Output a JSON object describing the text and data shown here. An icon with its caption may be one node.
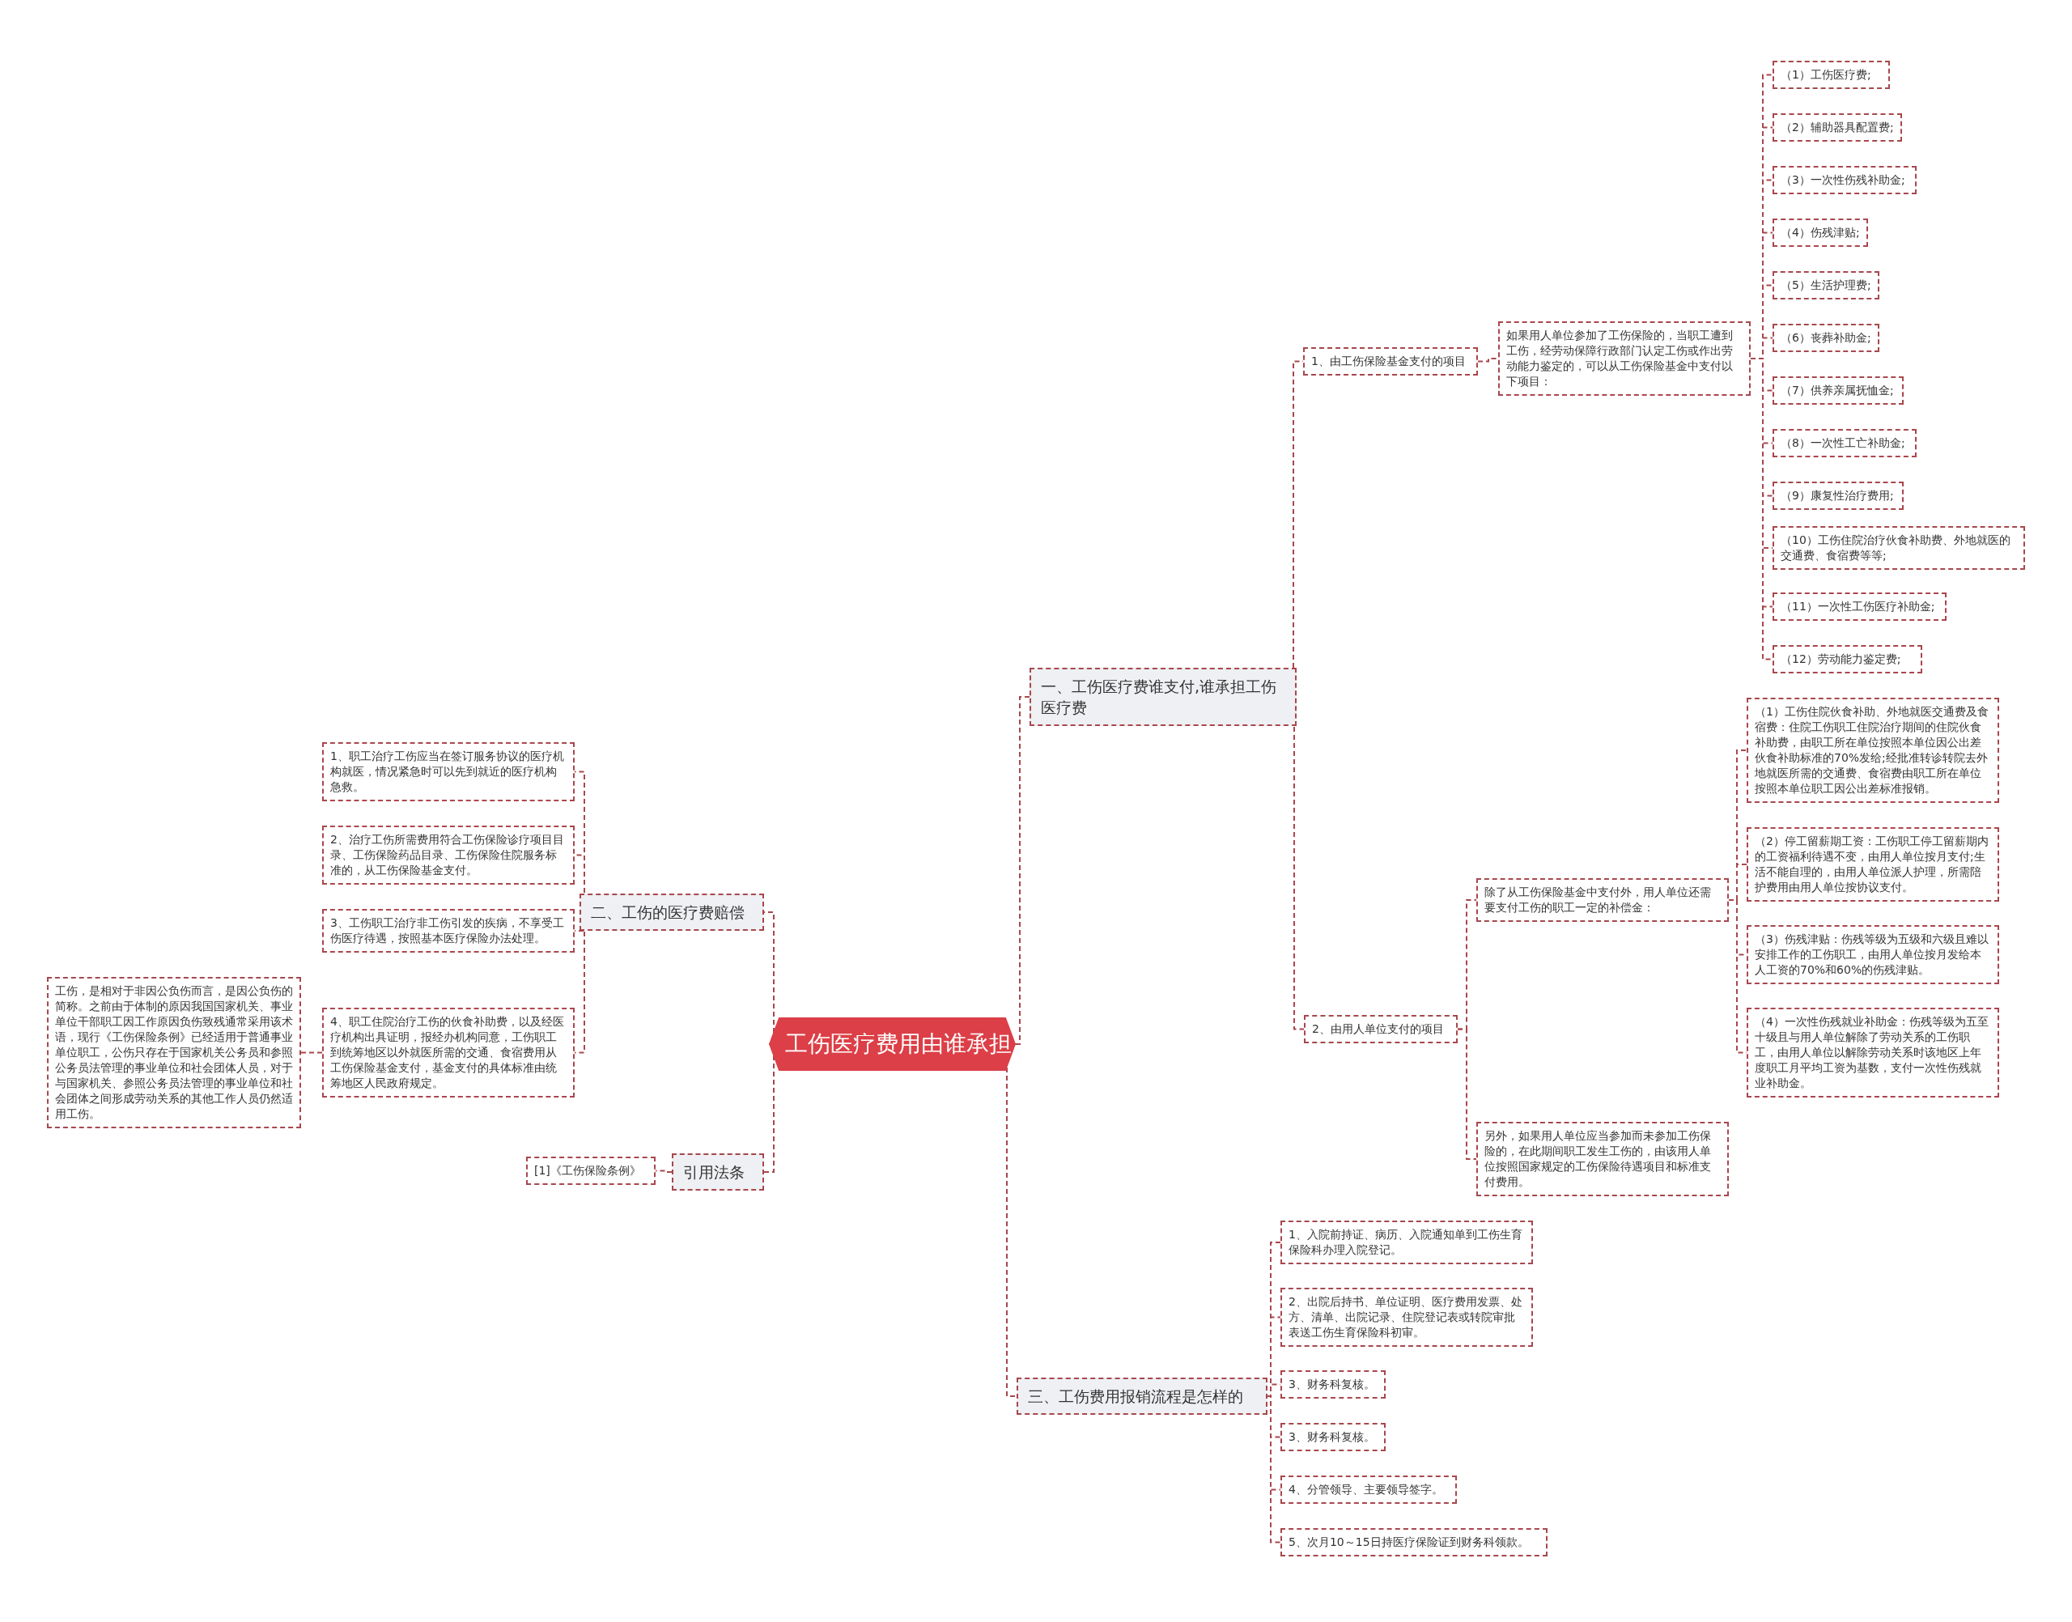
{
  "diagram": {
    "nodes": [
      {
        "text": [
          "工伤医疗费用由谁承担"
        ]
      },
      {
        "text": [
          "一、工伤医疗费谁支付,谁承担工伤医疗费"
        ]
      },
      {
        "text": [
          "1、由工伤保险基金支付的项目"
        ]
      },
      {
        "text": [
          "如果用人单位参加了工伤保险的，当职工遭到工伤，经劳动保障行政部门认定工伤或作出劳动能力鉴定的，可以从工伤保险基金中支付以下项目："
        ]
      },
      {
        "text": [
          "（1）工伤医疗费;"
        ]
      },
      {
        "text": [
          "（2）辅助器具配置费;"
        ]
      },
      {
        "text": [
          "（3）一次性伤残补助金;"
        ]
      },
      {
        "text": [
          "（4）伤残津贴;"
        ]
      },
      {
        "text": [
          "（5）生活护理费;"
        ]
      },
      {
        "text": [
          "（6）丧葬补助金;"
        ]
      },
      {
        "text": [
          "（7）供养亲属抚恤金;"
        ]
      },
      {
        "text": [
          "（8）一次性工亡补助金;"
        ]
      },
      {
        "text": [
          "（9）康复性治疗费用;"
        ]
      },
      {
        "text": [
          "（10）工伤住院治疗伙食补助费、外地就医的交通费、食宿费等等;"
        ]
      },
      {
        "text": [
          "（11）一次性工伤医疗补助金;"
        ]
      },
      {
        "text": [
          "（12）劳动能力鉴定费;"
        ]
      },
      {
        "text": [
          "2、由用人单位支付的项目"
        ]
      },
      {
        "text": [
          "除了从工伤保险基金中支付外，用人单位还需要支付工伤的职工一定的补偿金："
        ]
      },
      {
        "text": [
          "（1）工伤住院伙食补助、外地就医交通费及食宿费：住院工伤职工住院治疗期间的住院伙食补助费，由职工所在单位按照本单位因公出差伙食补助标准的70%发给;经批准转诊转院去外地就医所需的交通费、食宿费由职工所在单位按照本单位职工因公出差标准报销。"
        ]
      },
      {
        "text": [
          "（2）停工留薪期工资：工伤职工停工留薪期内的工资福利待遇不变，由用人单位按月支付;生活不能自理的，由用人单位派人护理，所需陪护费用由用人单位按协议支付。"
        ]
      },
      {
        "text": [
          "（3）伤残津贴：伤残等级为五级和六级且难以安排工作的工伤职工，由用人单位按月发给本人工资的70%和60%的伤残津贴。"
        ]
      },
      {
        "text": [
          "（4）一次性伤残就业补助金：伤残等级为五至十级且与用人单位解除了劳动关系的工伤职工，由用人单位以解除劳动关系时该地区上年度职工月平均工资为基数，支付一次性伤残就业补助金。"
        ]
      },
      {
        "text": [
          "另外，如果用人单位应当参加而未参加工伤保险的，在此期间职工发生工伤的，由该用人单位按照国家规定的工伤保险待遇项目和标准支付费用。"
        ]
      },
      {
        "text": [
          "三、工伤费用报销流程是怎样的"
        ]
      },
      {
        "text": [
          "1、入院前持证、病历、入院通知单到工伤生育保险科办理入院登记。"
        ]
      },
      {
        "text": [
          "2、出院后持书、单位证明、医疗费用发票、处方、清单、出院记录、住院登记表或转院审批表送工伤生育保险科初审。"
        ]
      },
      {
        "text": [
          "3、财务科复核。"
        ]
      },
      {
        "text": [
          "3、财务科复核。"
        ]
      },
      {
        "text": [
          "4、分管领导、主要领导签字。"
        ]
      },
      {
        "text": [
          "5、次月10～15日持医疗保险证到财务科领款。"
        ]
      },
      {
        "text": [
          "二、工伤的医疗费赔偿"
        ]
      },
      {
        "text": [
          "1、职工治疗工伤应当在签订服务协议的医疗机构就医，情况紧急时可以先到就近的医疗机构急救。"
        ]
      },
      {
        "text": [
          "2、治疗工伤所需费用符合工伤保险诊疗项目目录、工伤保险药品目录、工伤保险住院服务标准的，从工伤保险基金支付。"
        ]
      },
      {
        "text": [
          "3、工伤职工治疗非工伤引发的疾病，不享受工伤医疗待遇，按照基本医疗保险办法处理。"
        ]
      },
      {
        "text": [
          "4、职工住院治疗工伤的伙食补助费，以及经医疗机构出具证明，报经办机构同意，工伤职工到统筹地区以外就医所需的交通、食宿费用从工伤保险基金支付，基金支付的具体标准由统筹地区人民政府规定。"
        ]
      },
      {
        "text": [
          "工伤，是相对于非因公负伤而言，是因公负伤的简称。之前由于体制的原因我国国家机关、事业单位干部职工因工作原因负伤致残通常采用该术语，现行《工伤保险条例》已经适用于普通事业单位职工，公伤只存在于国家机关公务员和参照公务员法管理的事业单位和社会团体人员，对于与国家机关、参照公务员法管理的事业单位和社会团体之间形成劳动关系的其他工作人员仍然适用工伤。"
        ]
      },
      {
        "text": [
          "引用法条"
        ]
      },
      {
        "text": [
          "[1]《工伤保险条例》"
        ]
      }
    ],
    "edges": [
      {
        "from": 0,
        "to": 1,
        "arrow": "none"
      },
      {
        "from": 1,
        "to": 2,
        "arrow": "none"
      },
      {
        "from": 2,
        "to": 3,
        "arrow": "none"
      },
      {
        "from": 3,
        "to": 4,
        "arrow": "none"
      },
      {
        "from": 3,
        "to": 5,
        "arrow": "none"
      },
      {
        "from": 3,
        "to": 6,
        "arrow": "none"
      },
      {
        "from": 3,
        "to": 7,
        "arrow": "none"
      },
      {
        "from": 3,
        "to": 8,
        "arrow": "none"
      },
      {
        "from": 3,
        "to": 9,
        "arrow": "none"
      },
      {
        "from": 3,
        "to": 10,
        "arrow": "none"
      },
      {
        "from": 3,
        "to": 11,
        "arrow": "none"
      },
      {
        "from": 3,
        "to": 12,
        "arrow": "none"
      },
      {
        "from": 3,
        "to": 13,
        "arrow": "none"
      },
      {
        "from": 3,
        "to": 14,
        "arrow": "none"
      },
      {
        "from": 3,
        "to": 15,
        "arrow": "none"
      },
      {
        "from": 1,
        "to": 16,
        "arrow": "none"
      },
      {
        "from": 16,
        "to": 17,
        "arrow": "none"
      },
      {
        "from": 17,
        "to": 18,
        "arrow": "none"
      },
      {
        "from": 17,
        "to": 19,
        "arrow": "none"
      },
      {
        "from": 17,
        "to": 20,
        "arrow": "none"
      },
      {
        "from": 17,
        "to": 21,
        "arrow": "none"
      },
      {
        "from": 16,
        "to": 22,
        "arrow": "none"
      },
      {
        "from": 0,
        "to": 23,
        "arrow": "none"
      },
      {
        "from": 23,
        "to": 24,
        "arrow": "none"
      },
      {
        "from": 23,
        "to": 25,
        "arrow": "none"
      },
      {
        "from": 23,
        "to": 26,
        "arrow": "none"
      },
      {
        "from": 23,
        "to": 27,
        "arrow": "none"
      },
      {
        "from": 23,
        "to": 28,
        "arrow": "none"
      },
      {
        "from": 23,
        "to": 29,
        "arrow": "none"
      },
      {
        "from": 0,
        "to": 30,
        "arrow": "none"
      },
      {
        "from": 30,
        "to": 31,
        "arrow": "none"
      },
      {
        "from": 30,
        "to": 32,
        "arrow": "none"
      },
      {
        "from": 30,
        "to": 33,
        "arrow": "none"
      },
      {
        "from": 30,
        "to": 34,
        "arrow": "none"
      },
      {
        "from": 34,
        "to": 35,
        "arrow": "none"
      },
      {
        "from": 0,
        "to": 36,
        "arrow": "none"
      },
      {
        "from": 36,
        "to": 37,
        "arrow": "none"
      }
    ]
  }
}
